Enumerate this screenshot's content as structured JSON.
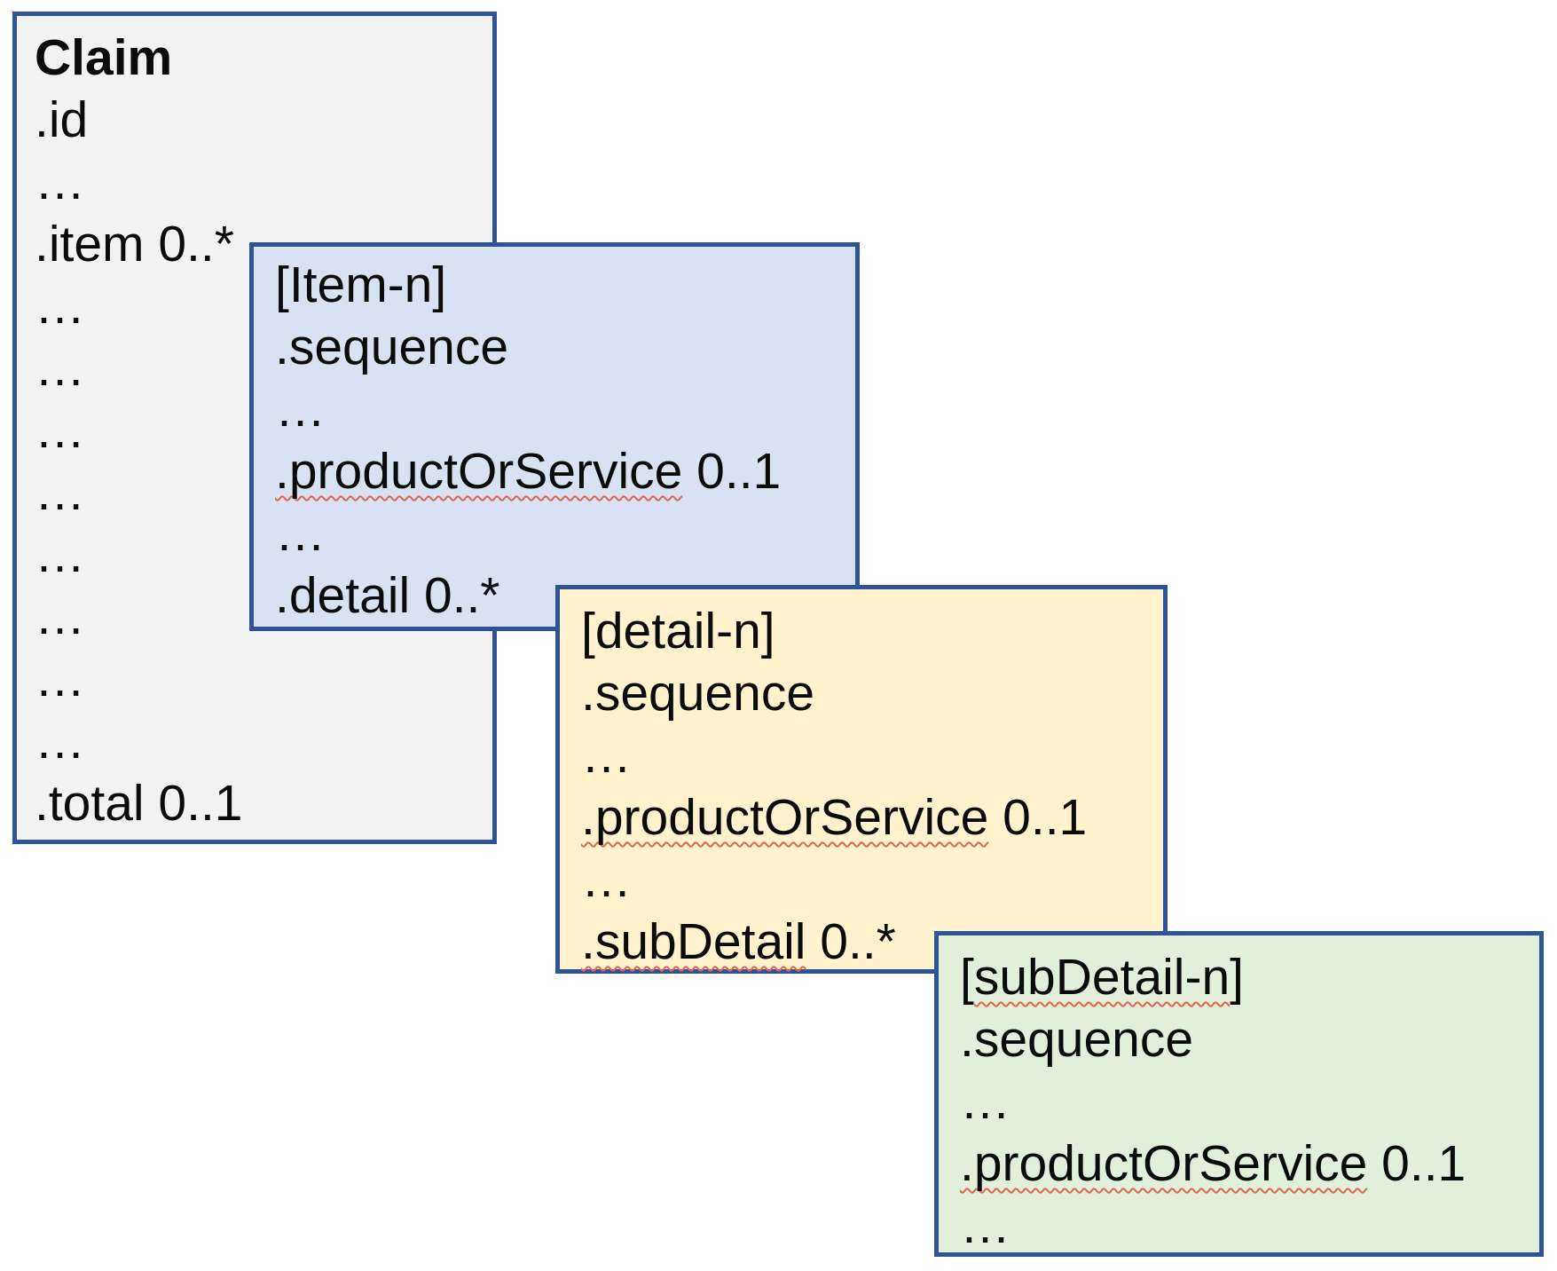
{
  "diagram": {
    "description_colors": {
      "border": "#2F5496",
      "claim_fill": "#F2F2F2",
      "item_fill": "#D9E2F3",
      "detail_fill": "#FFF2CC",
      "subdetail_fill": "#E2EFDA",
      "squiggle": "#E0654F",
      "text": "#0b0b0b",
      "background": "#ffffff"
    },
    "boxes": {
      "claim": {
        "lines": [
          {
            "t": "Claim",
            "bold": true
          },
          {
            "t": ".id"
          },
          {
            "t": "…"
          },
          {
            "t": ".item 0..*"
          },
          {
            "t": "…"
          },
          {
            "t": "…"
          },
          {
            "t": "…"
          },
          {
            "t": "…"
          },
          {
            "t": "…"
          },
          {
            "t": "…"
          },
          {
            "t": "…"
          },
          {
            "t": "…"
          },
          {
            "t": ".total 0..1"
          }
        ]
      },
      "item": {
        "lines": [
          {
            "t": "[Item-n]"
          },
          {
            "t": ".sequence"
          },
          {
            "t": "…"
          },
          {
            "t": ".productOrService 0..1",
            "sq": ".productOrService"
          },
          {
            "t": "…"
          },
          {
            "t": ".detail 0..*"
          }
        ]
      },
      "detail": {
        "lines": [
          {
            "t": "[detail-n]"
          },
          {
            "t": ".sequence"
          },
          {
            "t": "…"
          },
          {
            "t": ".productOrService 0..1",
            "sq": ".productOrService"
          },
          {
            "t": "…"
          },
          {
            "t": ".subDetail 0..*",
            "sq": ".subDetail"
          }
        ]
      },
      "subdetail": {
        "lines": [
          {
            "t": "[subDetail-n]",
            "sq": "subDetail-n"
          },
          {
            "t": ".sequence"
          },
          {
            "t": "…"
          },
          {
            "t": ".productOrService 0..1",
            "sq": ".productOrService"
          },
          {
            "t": "…"
          }
        ]
      }
    }
  }
}
